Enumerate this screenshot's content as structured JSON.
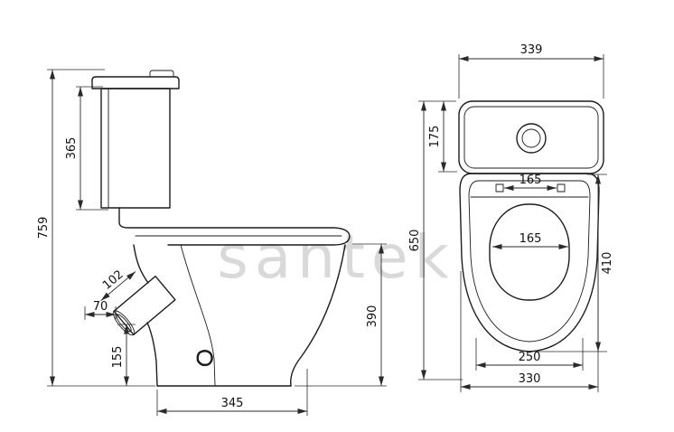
{
  "watermark": "santek",
  "side_view": {
    "dims": {
      "total_height": "759",
      "tank_height": "365",
      "outlet_diameter": "102",
      "outlet_offset": "70",
      "outlet_center_height": "155",
      "rim_height": "390",
      "base_depth": "345"
    }
  },
  "top_view": {
    "dims": {
      "tank_width": "339",
      "tank_depth": "175",
      "total_depth": "650",
      "hinge_hole_spacing": "165",
      "bowl_inner_width": "165",
      "seat_length": "410",
      "base_width": "250",
      "bowl_width": "330"
    }
  },
  "colors": {
    "background": "#ffffff",
    "line": "#1c1c1c",
    "dimension_line": "#2a2a2a",
    "watermark": "#d9d9d9"
  }
}
